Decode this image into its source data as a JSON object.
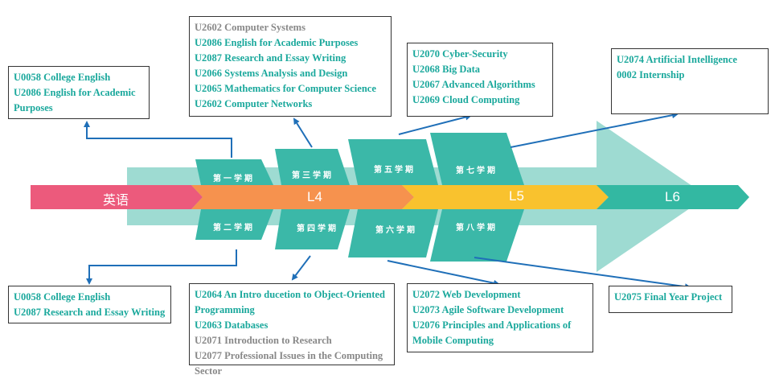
{
  "colors": {
    "pink": "#ec5a7c",
    "orange": "#f6924e",
    "yellow": "#f9c22e",
    "teal": "#33b8a2",
    "light_teal": "#9edbd2",
    "parallelogram": "#3bb8a8",
    "connector": "#1f6fb8",
    "course_text": "#1aa89c",
    "muted_text": "#888888"
  },
  "stages": {
    "english": "英语",
    "l4": "L4",
    "l5": "L5",
    "l6": "L6"
  },
  "semesters": {
    "s1": "第一学期",
    "s2": "第二学期",
    "s3": "第三学期",
    "s4": "第四学期",
    "s5": "第五学期",
    "s6": "第六学期",
    "s7": "第七学期",
    "s8": "第八学期"
  },
  "boxes": {
    "sem1": [
      {
        "text": "U0058 College English",
        "muted": false
      },
      {
        "text": "U2086 English for Academic Purposes",
        "muted": false
      }
    ],
    "sem2": [
      {
        "text": "U0058 College English",
        "muted": false
      },
      {
        "text": "U2087 Research and Essay Writing",
        "muted": false
      }
    ],
    "sem3": [
      {
        "text": "U2602  Computer Systems",
        "muted": true
      },
      {
        "text": "U2086 English for Academic Purposes",
        "muted": false
      },
      {
        "text": "U2087 Research and Essay Writing",
        "muted": false
      },
      {
        "text": "U2066 Systems Analysis and Design",
        "muted": false
      },
      {
        "text": "U2065 Mathematics for Computer Science",
        "muted": false
      },
      {
        "text": "U2602 Computer Networks",
        "muted": false
      }
    ],
    "sem4": [
      {
        "text": "U2064 An Intro ducetion to Object-Oriented Programming",
        "muted": false
      },
      {
        "text": "U2063 Databases",
        "muted": false
      },
      {
        "text": "U2071 Introduction to Research",
        "muted": true
      },
      {
        "text": "U2077 Professional Issues in the Computing Sector",
        "muted": true
      }
    ],
    "sem5": [
      {
        "text": "U2070 Cyber-Security",
        "muted": false
      },
      {
        "text": "U2068 Big Data",
        "muted": false
      },
      {
        "text": "U2067 Advanced Algorithms",
        "muted": false
      },
      {
        "text": "U2069 Cloud Computing",
        "muted": false
      }
    ],
    "sem6": [
      {
        "text": "U2072 Web Development",
        "muted": false
      },
      {
        "text": "U2073 Agile Software Development",
        "muted": false
      },
      {
        "text": "U2076 Principles and Applications of Mobile Computing",
        "muted": false
      }
    ],
    "sem7": [
      {
        "text": "U2074 Artificial Intelligence",
        "muted": false
      },
      {
        "text": "0002 Internship",
        "muted": false
      }
    ],
    "sem8": [
      {
        "text": "U2075 Final Year Project",
        "muted": false
      }
    ]
  }
}
